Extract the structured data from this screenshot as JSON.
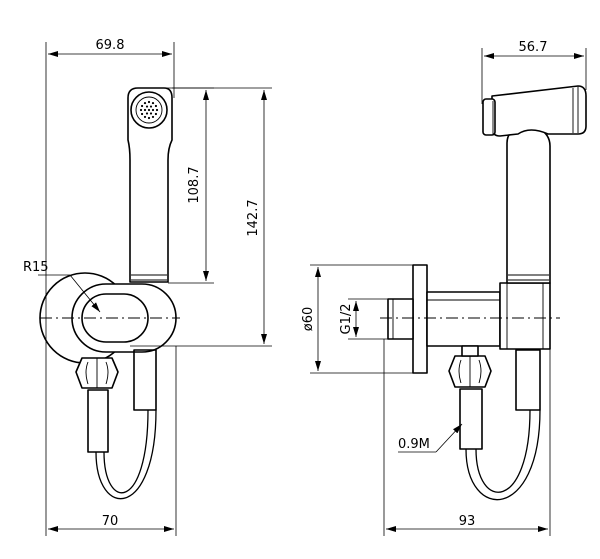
{
  "dimensions": {
    "left_width_top": "69.8",
    "left_height_inner": "108.7",
    "left_height_outer": "142.7",
    "left_radius": "R15",
    "left_width_bottom": "70",
    "right_width_top": "56.7",
    "right_diameter": "ø60",
    "right_thread": "G1/2",
    "right_hose_length": "0.9M",
    "right_width_bottom": "93"
  }
}
